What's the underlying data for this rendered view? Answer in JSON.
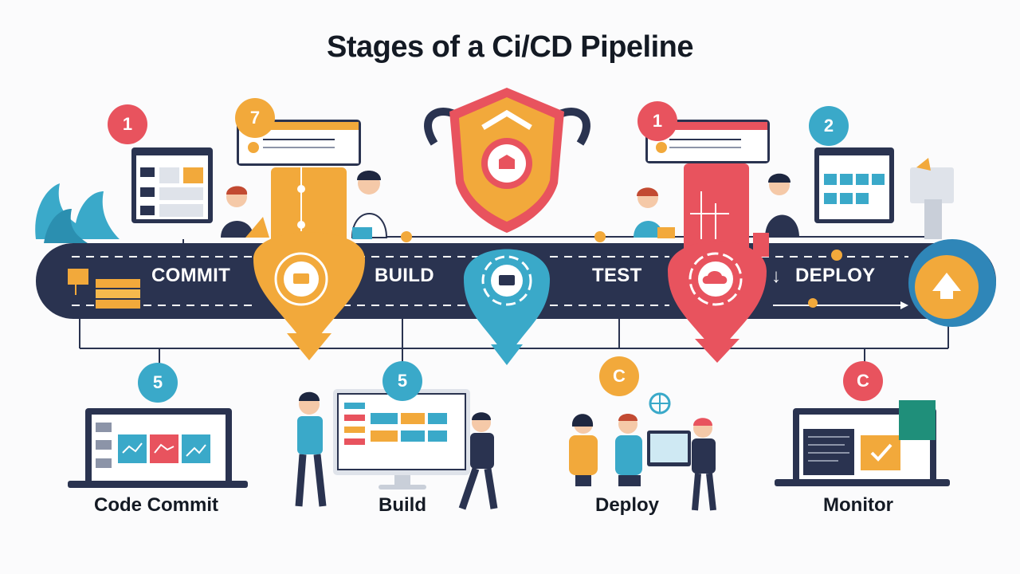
{
  "title": "Stages of a Ci/CD Pipeline",
  "pipeline": {
    "stages": [
      {
        "label": "COMMIT"
      },
      {
        "label": "BUILD"
      },
      {
        "label": "TEST"
      },
      {
        "label": "DEPLOY"
      }
    ],
    "top_badges": [
      "1",
      "7",
      "1",
      "2"
    ],
    "deploy_prefix": "↓"
  },
  "steps": [
    {
      "label": "Code Commit",
      "badge": "5"
    },
    {
      "label": "Build",
      "badge": "5"
    },
    {
      "label": "Deploy",
      "badge": "C"
    },
    {
      "label": "Monitor",
      "badge": "C"
    }
  ],
  "icons": [
    "shield-icon",
    "gear-icon",
    "cloud-icon",
    "rocket-icon",
    "laptop-icon",
    "monitor-icon"
  ],
  "colors": {
    "navy": "#2a3350",
    "orange": "#f2a93b",
    "red": "#e8535e",
    "teal": "#3aa9c9",
    "dark": "#141a24"
  }
}
